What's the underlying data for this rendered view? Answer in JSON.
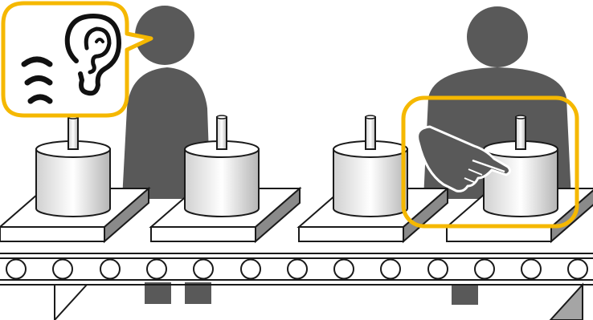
{
  "scene": {
    "subject": "assembly-line-inspection",
    "workers": [
      "listening-worker",
      "pointing-worker"
    ],
    "stations": 4,
    "highlighted": [
      "hearing-check",
      "finger-pointing-check"
    ]
  },
  "icons": {
    "ear": "ear-icon",
    "sound": "sound-waves-icon",
    "hand": "pointing-hand-icon"
  },
  "colors": {
    "accent": "#f5b800",
    "worker": "#595959",
    "outline": "#1a1a1a",
    "background": "#ffffff"
  }
}
